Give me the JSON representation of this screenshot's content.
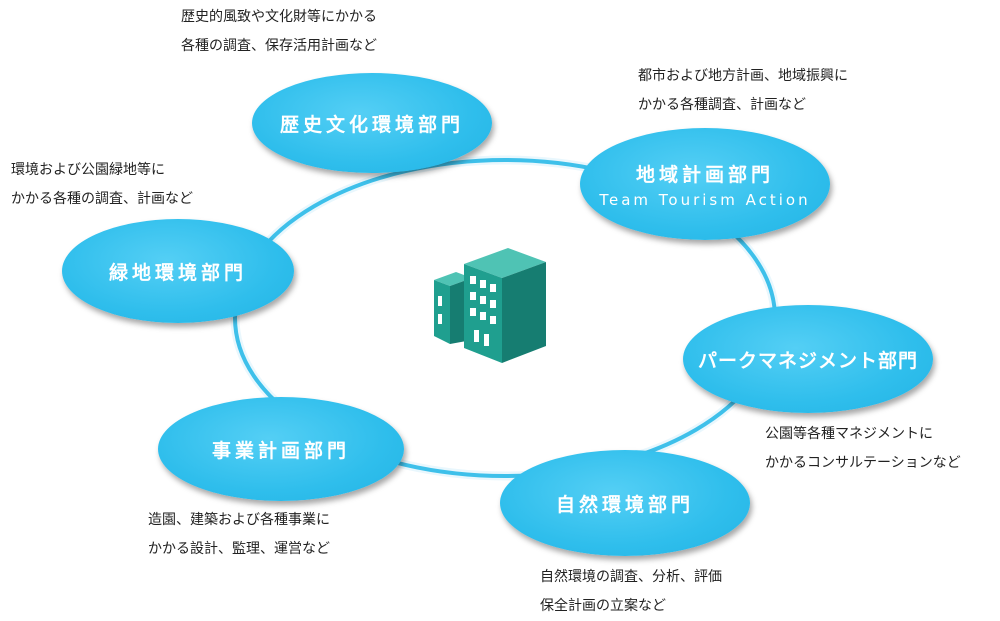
{
  "departments": {
    "history": {
      "name": "歴史文化環境部門",
      "desc": [
        "歴史的風致や文化財等にかかる",
        "各種の調査、保存活用計画など"
      ]
    },
    "regional": {
      "name": "地域計画部門",
      "sub": "Team Tourism Action",
      "desc": [
        "都市および地方計画、地域振興に",
        "かかる各種調査、計画など"
      ]
    },
    "green": {
      "name": "緑地環境部門",
      "desc": [
        "環境および公園緑地等に",
        "かかる各種の調査、計画など"
      ]
    },
    "park": {
      "name": "パークマネジメント部門",
      "desc": [
        "公園等各種マネジメントに",
        "かかるコンサルテーションなど"
      ]
    },
    "business": {
      "name": "事業計画部門",
      "desc": [
        "造園、建築および各種事業に",
        "かかる設計、監理、運営など"
      ]
    },
    "nature": {
      "name": "自然環境部門",
      "desc": [
        "自然環境の調査、分析、評価",
        "保全計画の立案など"
      ]
    }
  },
  "colors": {
    "ellipse_fill": "#2fbeec",
    "ring": "#3ec0ea",
    "building_front": "#1f9f8f",
    "building_side": "#167d71",
    "building_top": "#4fc3b4",
    "window": "#ffffff"
  },
  "icons": {
    "center": "office-building-icon"
  }
}
